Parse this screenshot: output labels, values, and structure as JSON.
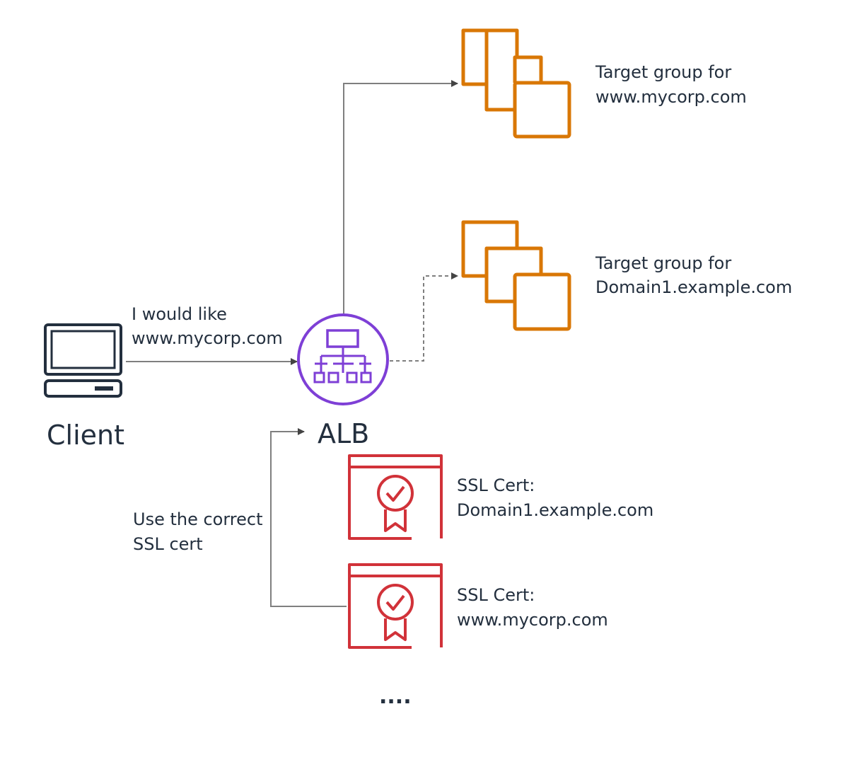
{
  "colors": {
    "text": "#232f3e",
    "arrow": "#7f7f7f",
    "target_group": "#d97706",
    "alb": "#7e3fd6",
    "cert": "#d13239",
    "client": "#232f3e"
  },
  "icons": {
    "client": "laptop-icon",
    "alb": "load-balancer-icon",
    "target_group": "ec2-instances-icon",
    "cert": "ssl-certificate-icon"
  },
  "client": {
    "label": "Client"
  },
  "request": {
    "line1": "I would like",
    "line2": "www.mycorp.com"
  },
  "alb": {
    "label": "ALB"
  },
  "target_groups": [
    {
      "line1": "Target group for",
      "line2": "www.mycorp.com"
    },
    {
      "line1": "Target group for",
      "line2": "Domain1.example.com"
    }
  ],
  "certs": [
    {
      "line1": "SSL Cert:",
      "line2": "Domain1.example.com"
    },
    {
      "line1": "SSL Cert:",
      "line2": "www.mycorp.com"
    }
  ],
  "cert_note": {
    "line1": "Use the correct",
    "line2": "SSL cert"
  },
  "more": {
    "label": "...."
  }
}
